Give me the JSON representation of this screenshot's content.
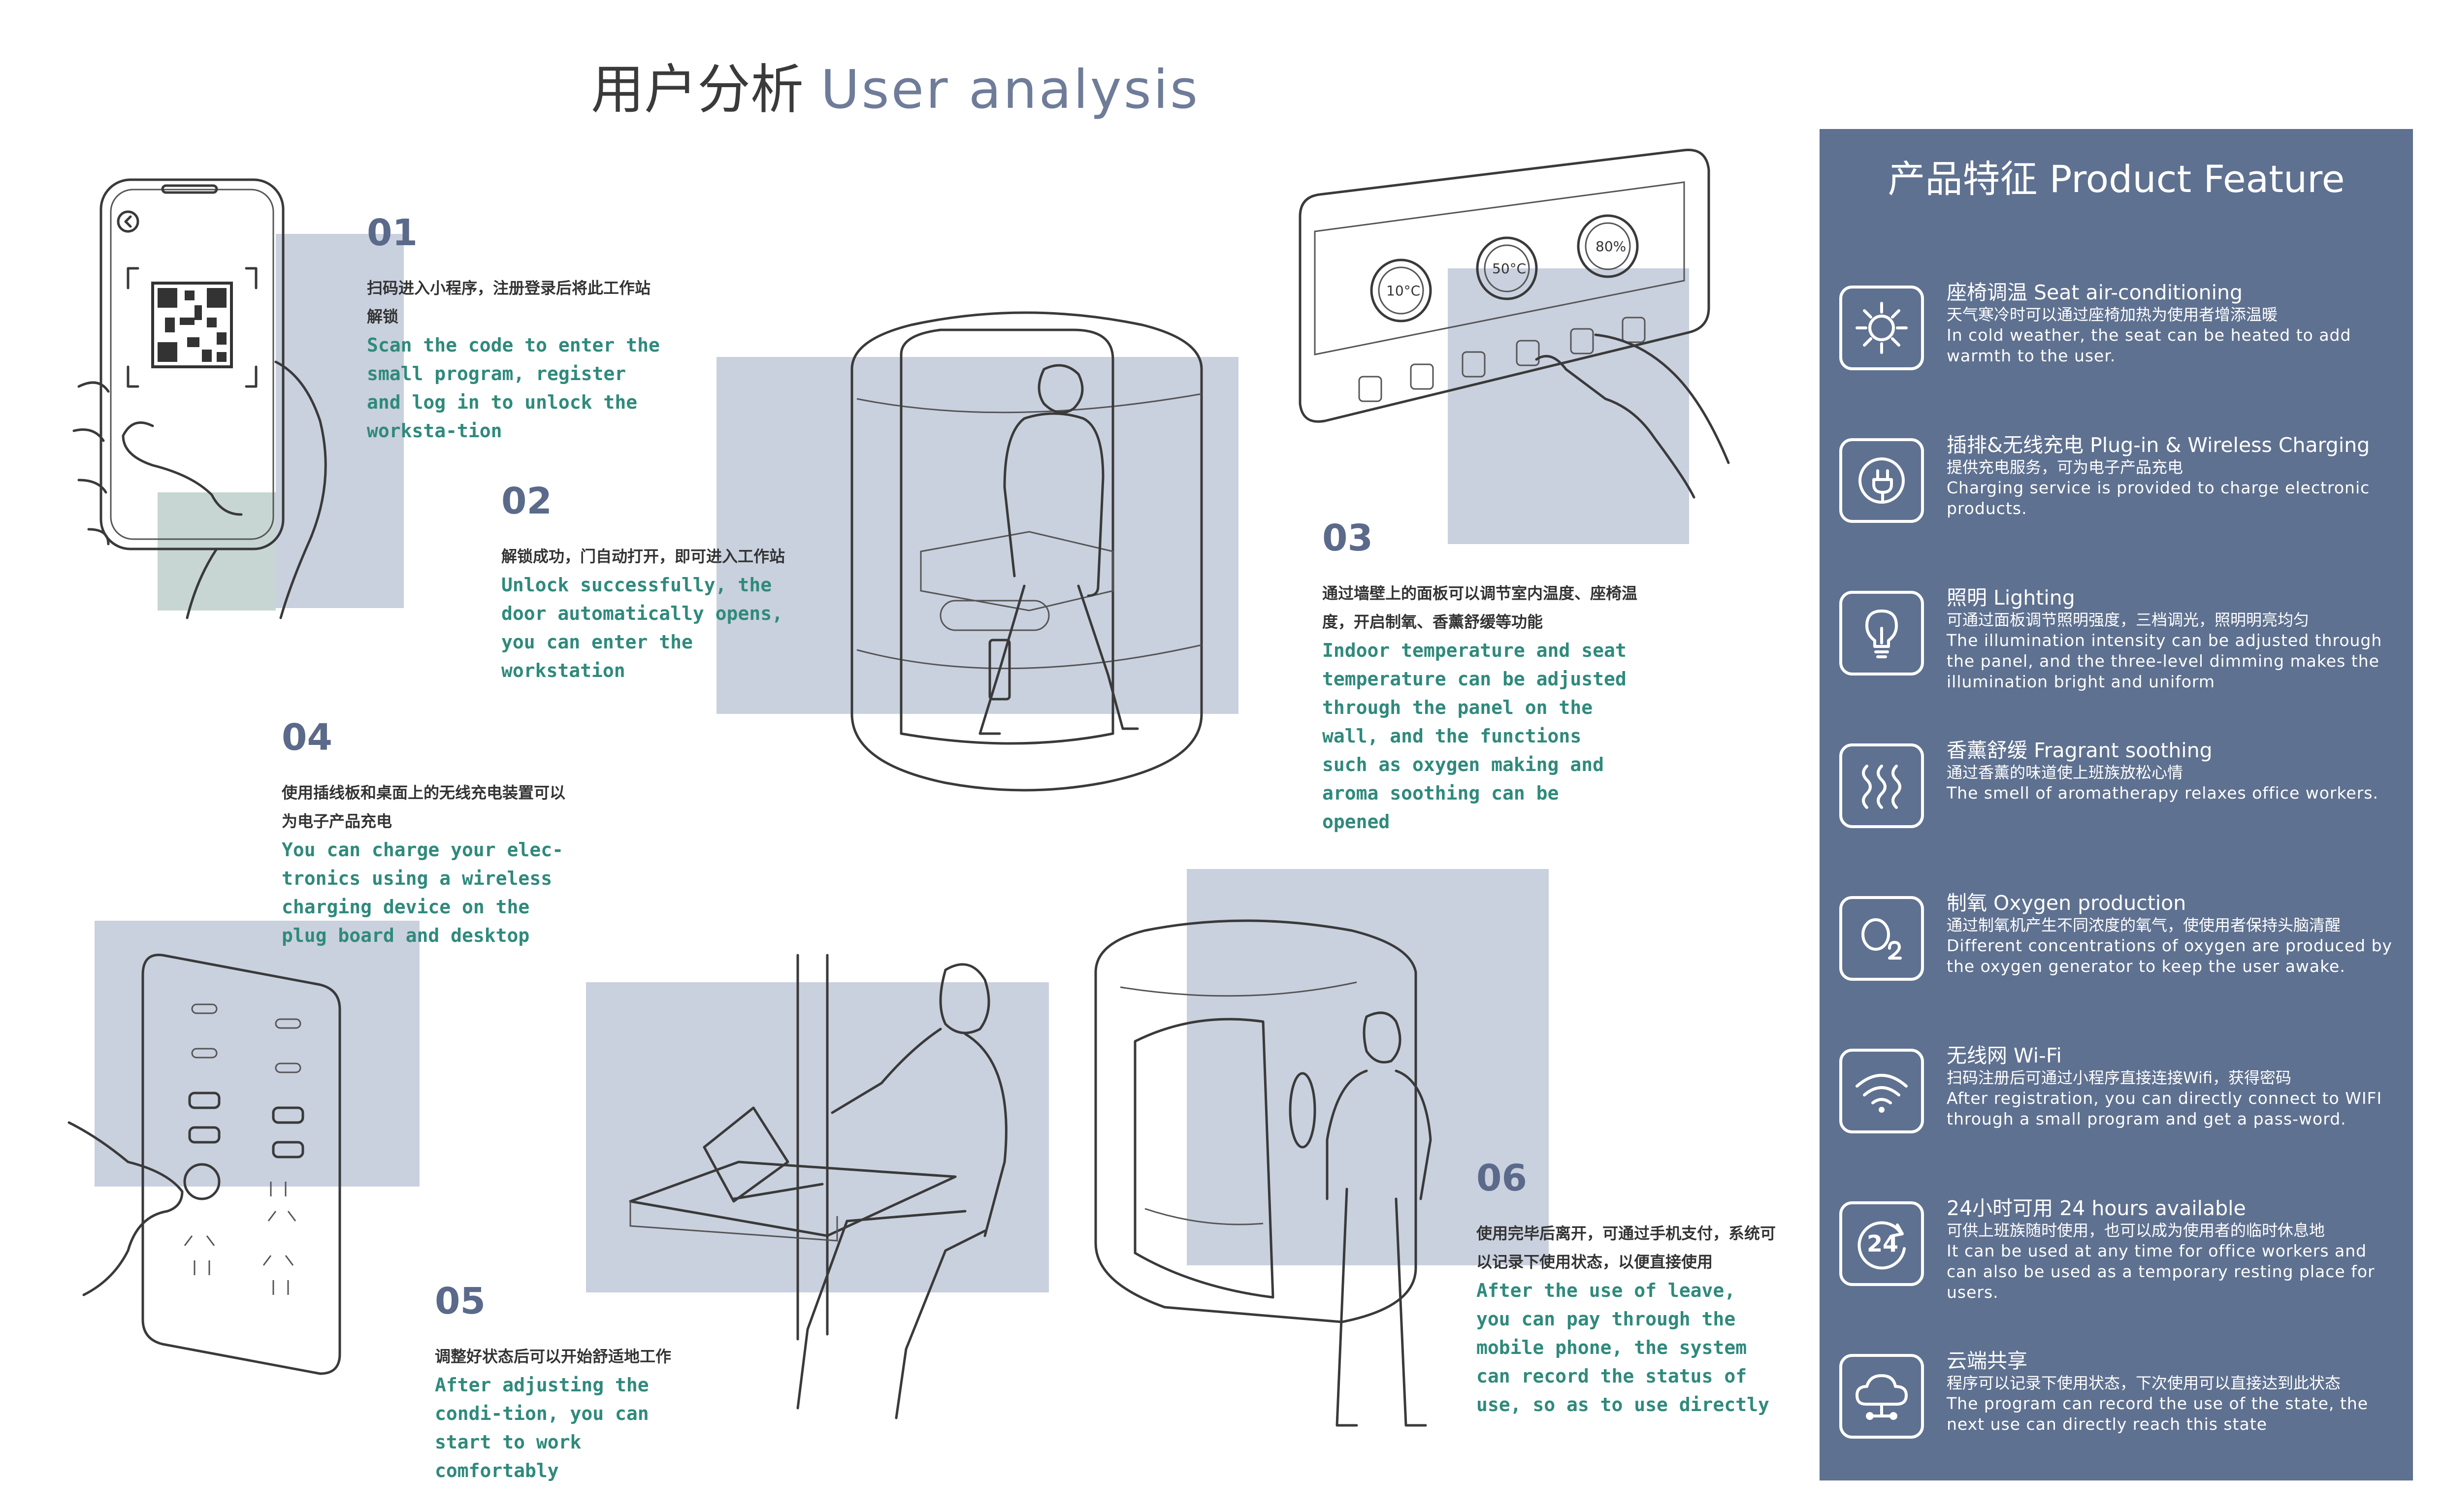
{
  "title": {
    "cn": "用户分析",
    "en": "User analysis"
  },
  "steps": [
    {
      "num": "01",
      "cn": "扫码进入小程序，注册登录后将此工作站解锁",
      "en": "Scan the code to enter the small program, register and log in to unlock the worksta-tion"
    },
    {
      "num": "02",
      "cn": "解锁成功，门自动打开，即可进入工作站",
      "en": "Unlock successfully, the door automatically opens, you can enter the workstation"
    },
    {
      "num": "03",
      "cn": "通过墙壁上的面板可以调节室内温度、座椅温度，开启制氧、香薰舒缓等功能",
      "en": "Indoor temperature and seat temperature can be adjusted through the panel on the wall, and the functions such as oxygen making and aroma soothing can be opened"
    },
    {
      "num": "04",
      "cn": "使用插线板和桌面上的无线充电装置可以为电子产品充电",
      "en": "You can charge your elec-tronics using a wireless charging device on the plug board and desktop"
    },
    {
      "num": "05",
      "cn": "调整好状态后可以开始舒适地工作",
      "en": "After adjusting the condi-tion, you can start to work comfortably"
    },
    {
      "num": "06",
      "cn": "使用完毕后离开，可通过手机支付，系统可以记录下使用状态，以便直接使用",
      "en": "After the use of leave, you can pay through the mobile phone, the system can record the status of use, so as to use directly"
    }
  ],
  "panel_dials": [
    "10°C",
    "50°C",
    "80%"
  ],
  "feature_panel": {
    "title": "产品特征 Product Feature",
    "items": [
      {
        "icon": "sun-icon",
        "title": "座椅调温 Seat air-conditioning",
        "cn": "天气寒冷时可以通过座椅加热为使用者增添温暖",
        "en": "In cold weather, the seat can be heated to add warmth to the user."
      },
      {
        "icon": "plug-icon",
        "title": "插排&无线充电 Plug-in & Wireless Charging",
        "cn": "提供充电服务，可为电子产品充电",
        "en": "Charging service is provided to charge electronic products."
      },
      {
        "icon": "bulb-icon",
        "title": "照明 Lighting",
        "cn": "可通过面板调节照明强度，三档调光，照明明亮均匀",
        "en": "The illumination intensity can be adjusted through the panel, and the three-level dimming makes the illumination bright and uniform"
      },
      {
        "icon": "aroma-icon",
        "title": "香薰舒缓 Fragrant soothing",
        "cn": "通过香薰的味道使上班族放松心情",
        "en": "The smell of aromatherapy relaxes office workers."
      },
      {
        "icon": "oxygen-icon",
        "title": "制氧 Oxygen production",
        "cn": "通过制氧机产生不同浓度的氧气，使使用者保持头脑清醒",
        "en": "Different concentrations of oxygen are produced by the oxygen generator to keep the user awake."
      },
      {
        "icon": "wifi-icon",
        "title": "无线网 Wi-Fi",
        "cn": "扫码注册后可通过小程序直接连接Wifi，获得密码",
        "en": "After registration, you can directly connect to WIFI through a small program and get a pass-word."
      },
      {
        "icon": "clock-24-icon",
        "title": "24小时可用 24 hours available",
        "cn": "可供上班族随时使用，也可以成为使用者的临时休息地",
        "en": "It can be used at any time for office workers and can also be used as a temporary resting place for users."
      },
      {
        "icon": "cloud-icon",
        "title": "云端共享",
        "cn": "程序可以记录下使用状态，下次使用可以直接达到此状态",
        "en": "The program can record the use of the state, the next use can directly reach this state"
      }
    ]
  }
}
